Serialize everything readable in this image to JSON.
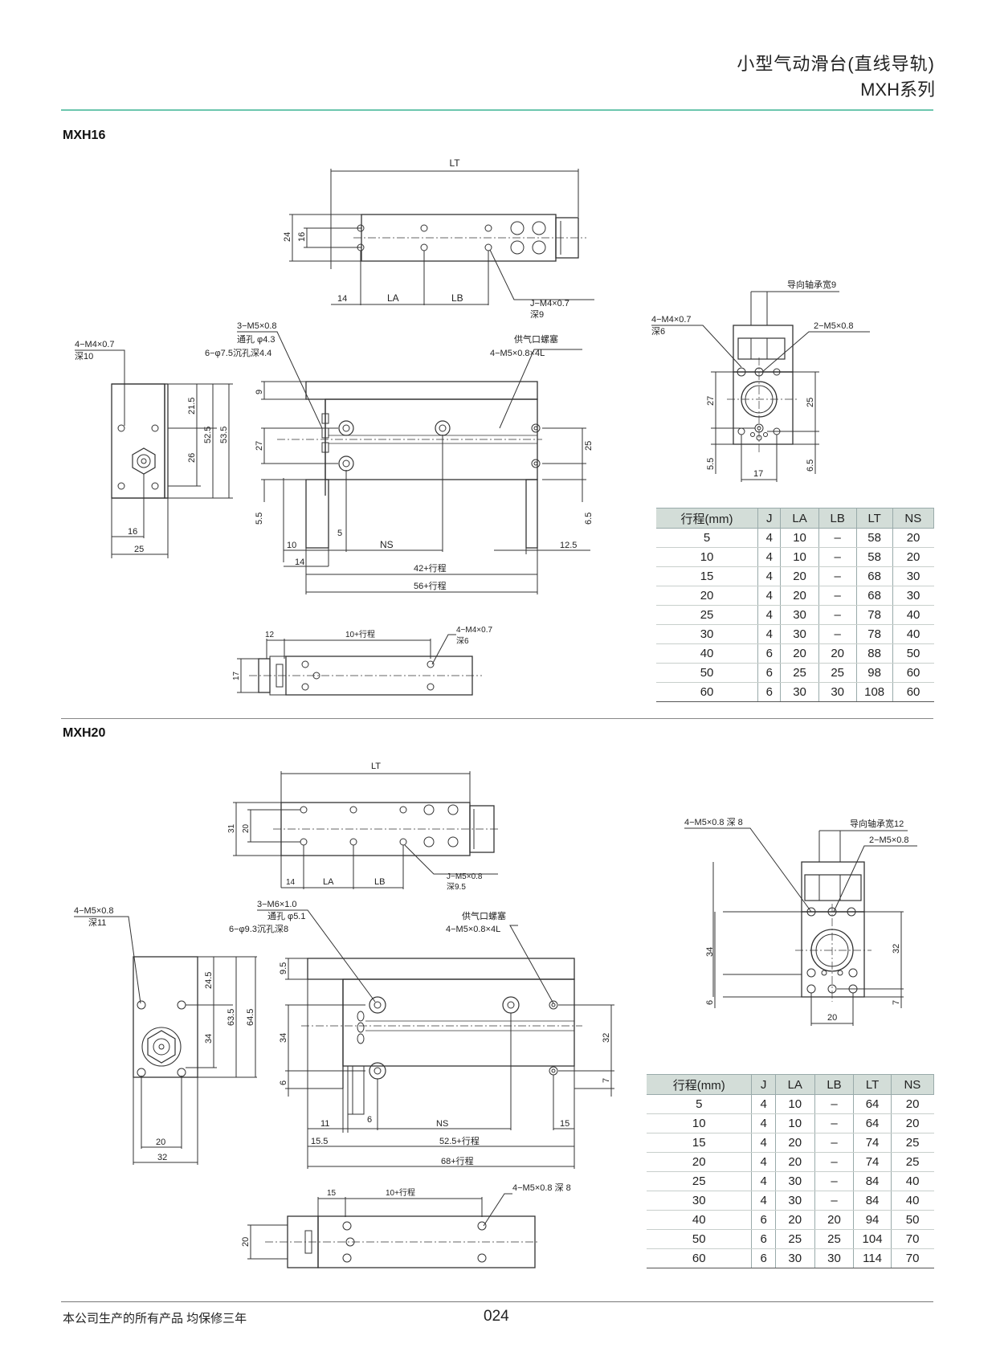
{
  "header": {
    "title": "小型气动滑台(直线导轨)",
    "subtitle": "MXH系列"
  },
  "mxh16": {
    "title": "MXH16",
    "top_view": {
      "lt": "LT",
      "h24": "24",
      "h16": "16",
      "d14": "14",
      "la": "LA",
      "lb": "LB",
      "callout1": "J−M4×0.7",
      "callout2": "深9"
    },
    "end_view": {
      "callout1": "4−M4×0.7",
      "callout2": "深10",
      "d21_5": "21.5",
      "d52_5": "52.5",
      "d53_5": "53.5",
      "d26": "26",
      "d16": "16",
      "d25": "25"
    },
    "side_view": {
      "c1": "3−M5×0.8",
      "c2": "通孔 φ4.3",
      "c3": "6−φ7.5沉孔深4.4",
      "port1": "供气口螺塞",
      "port2": "4−M5×0.8×4L",
      "d9": "9",
      "d27": "27",
      "d5_5": "5.5",
      "d25": "25",
      "d6_5": "6.5",
      "d10": "10",
      "d5": "5",
      "ns": "NS",
      "d12_5": "12.5",
      "d14": "14",
      "l42": "42+行程",
      "l56": "56+行程"
    },
    "bottom_view": {
      "d12": "12",
      "l10": "10+行程",
      "c1": "4−M4×0.7",
      "c2": "深6",
      "d17": "17"
    },
    "front_view": {
      "guide": "导向轴承宽9",
      "c1": "4−M4×0.7",
      "c2": "深6",
      "c3": "2−M5×0.8",
      "d27": "27",
      "d25": "25",
      "d5_5": "5.5",
      "d6_5": "6.5",
      "d17": "17"
    },
    "table": {
      "headers": [
        "行程(mm)",
        "J",
        "LA",
        "LB",
        "LT",
        "NS"
      ],
      "rows": [
        [
          "5",
          "4",
          "10",
          "–",
          "58",
          "20"
        ],
        [
          "10",
          "4",
          "10",
          "–",
          "58",
          "20"
        ],
        [
          "15",
          "4",
          "20",
          "–",
          "68",
          "30"
        ],
        [
          "20",
          "4",
          "20",
          "–",
          "68",
          "30"
        ],
        [
          "25",
          "4",
          "30",
          "–",
          "78",
          "40"
        ],
        [
          "30",
          "4",
          "30",
          "–",
          "78",
          "40"
        ],
        [
          "40",
          "6",
          "20",
          "20",
          "88",
          "50"
        ],
        [
          "50",
          "6",
          "25",
          "25",
          "98",
          "60"
        ],
        [
          "60",
          "6",
          "30",
          "30",
          "108",
          "60"
        ]
      ]
    }
  },
  "mxh20": {
    "title": "MXH20",
    "top_view": {
      "lt": "LT",
      "h31": "31",
      "h20": "20",
      "d14": "14",
      "la": "LA",
      "lb": "LB",
      "callout1": "J−M5×0.8",
      "callout2": "深9.5"
    },
    "end_view": {
      "callout1": "4−M5×0.8",
      "callout2": "深11",
      "d24_5": "24.5",
      "d63_5": "63.5",
      "d64_5": "64.5",
      "d34": "34",
      "d20": "20",
      "d32": "32"
    },
    "side_view": {
      "c1": "3−M6×1.0",
      "c2": "通孔 φ5.1",
      "c3": "6−φ9.3沉孔深8",
      "port1": "供气口螺塞",
      "port2": "4−M5×0.8×4L",
      "d9_5": "9.5",
      "d34": "34",
      "d6": "6",
      "d32": "32",
      "d7": "7",
      "d11": "11",
      "d6b": "6",
      "ns": "NS",
      "d15": "15",
      "d15_5": "15.5",
      "l52": "52.5+行程",
      "l68": "68+行程"
    },
    "bottom_view": {
      "d15": "15",
      "l10": "10+行程",
      "c1": "4−M5×0.8 深 8",
      "d20": "20"
    },
    "front_view": {
      "c0": "4−M5×0.8 深 8",
      "guide": "导向轴承宽12",
      "c3": "2−M5×0.8",
      "d34": "34",
      "d32": "32",
      "d6": "6",
      "d7": "7",
      "d20": "20"
    },
    "table": {
      "headers": [
        "行程(mm)",
        "J",
        "LA",
        "LB",
        "LT",
        "NS"
      ],
      "rows": [
        [
          "5",
          "4",
          "10",
          "–",
          "64",
          "20"
        ],
        [
          "10",
          "4",
          "10",
          "–",
          "64",
          "20"
        ],
        [
          "15",
          "4",
          "20",
          "–",
          "74",
          "25"
        ],
        [
          "20",
          "4",
          "20",
          "–",
          "74",
          "25"
        ],
        [
          "25",
          "4",
          "30",
          "–",
          "84",
          "40"
        ],
        [
          "30",
          "4",
          "30",
          "–",
          "84",
          "40"
        ],
        [
          "40",
          "6",
          "20",
          "20",
          "94",
          "50"
        ],
        [
          "50",
          "6",
          "25",
          "25",
          "104",
          "70"
        ],
        [
          "60",
          "6",
          "30",
          "30",
          "114",
          "70"
        ]
      ]
    }
  },
  "footer": {
    "note": "本公司生产的所有产品  均保修三年",
    "page": "024"
  }
}
